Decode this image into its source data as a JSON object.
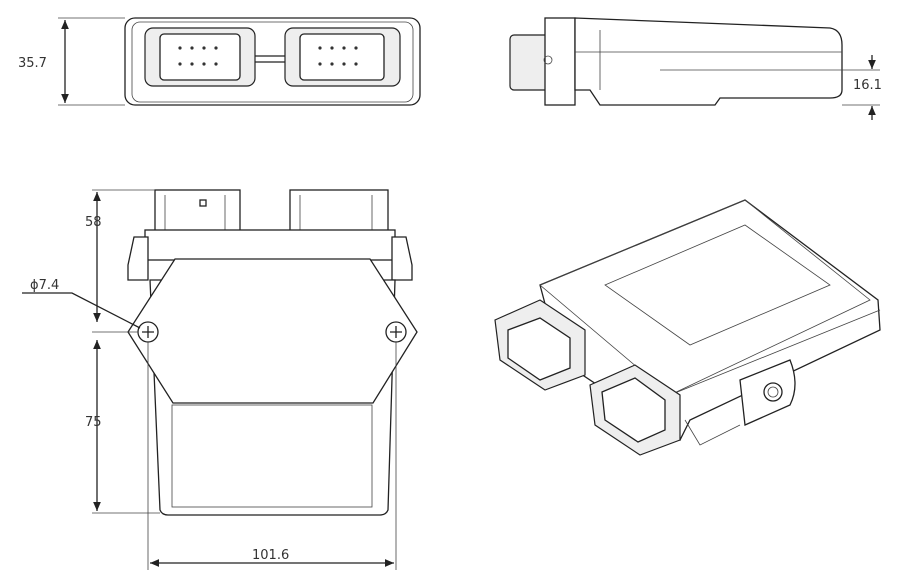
{
  "dimensions": {
    "height_front": "35.7",
    "height_side": "16.1",
    "connector_to_hole": "58",
    "hole_diameter": "ϕ7.4",
    "hole_to_bottom": "75",
    "hole_spacing": "101.6"
  },
  "colors": {
    "line": "#222222",
    "background": "#ffffff"
  }
}
